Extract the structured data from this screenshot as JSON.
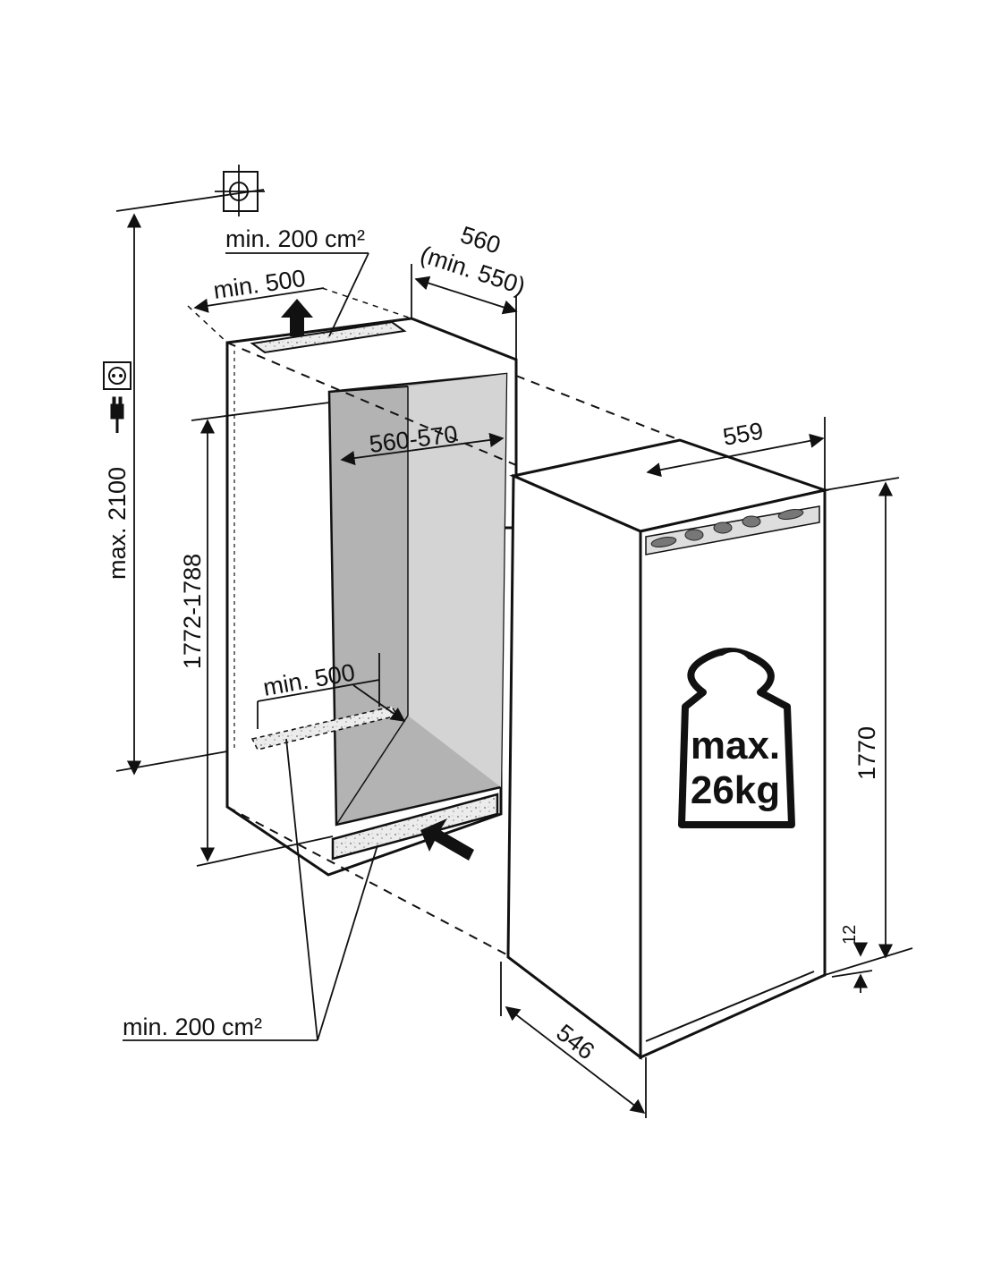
{
  "labels": {
    "vent_top_area": "min. 200 cm²",
    "niche_depth": "560",
    "niche_depth_min": "(min. 550)",
    "top_clearance": "min. 500",
    "niche_width": "560-570",
    "max_height": "max. 2100",
    "niche_height": "1772-1788",
    "bottom_clearance": "min. 500",
    "vent_bottom_area": "min. 200 cm²",
    "appliance_width": "559",
    "appliance_height": "1770",
    "foot_offset": "12",
    "appliance_depth": "546",
    "door_load_line1": "max.",
    "door_load_line2": "26kg"
  },
  "icons": [
    "water-connection-icon",
    "power-socket-icon",
    "plug-icon",
    "weight-icon",
    "up-arrow-icon",
    "air-intake-arrow-icon"
  ],
  "colors": {
    "line": "#111111",
    "niche_interior": "#b3b3b3",
    "niche_light": "#d4d4d4",
    "vent": "#e2e2e2"
  }
}
